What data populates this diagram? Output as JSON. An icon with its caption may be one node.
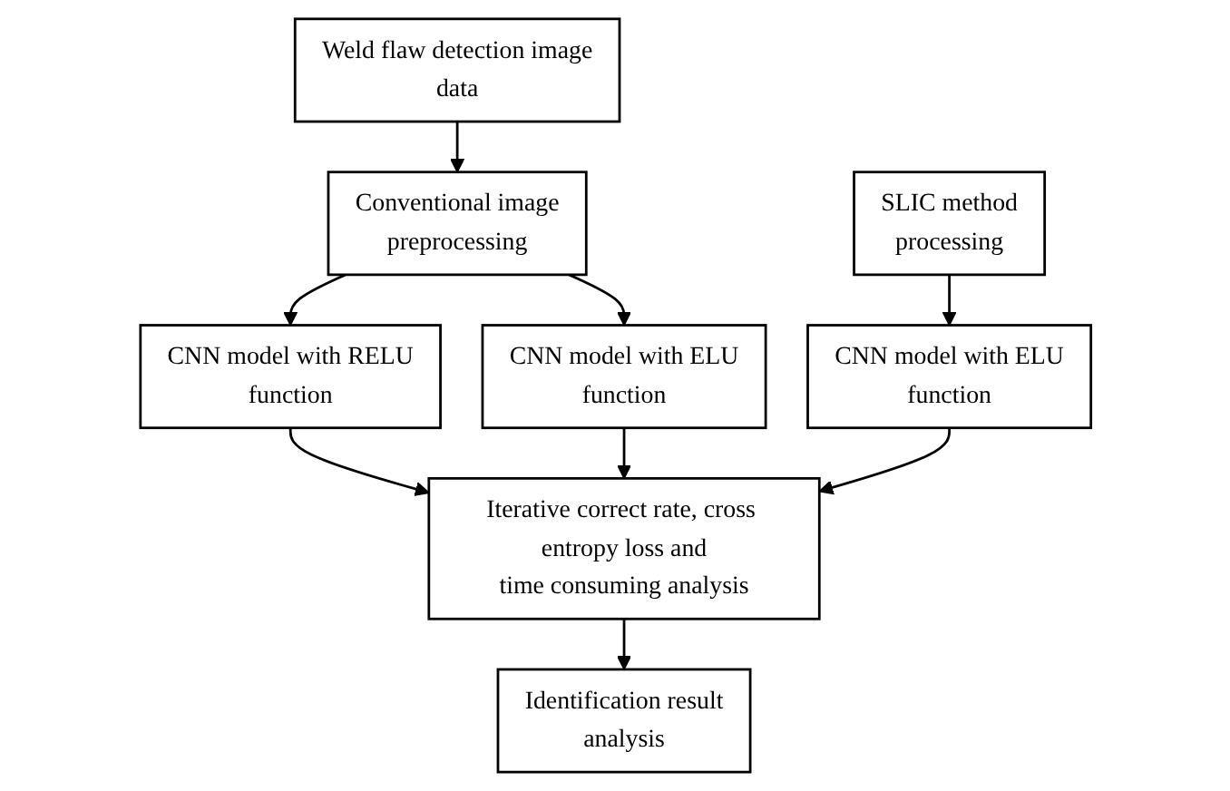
{
  "diagram": {
    "nodes": [
      {
        "text": [
          "Weld flaw detection image data"
        ]
      },
      {
        "text": [
          "Conventional image preprocessing"
        ]
      },
      {
        "text": [
          "SLIC method processing"
        ]
      },
      {
        "text": [
          "CNN model with RELU function"
        ]
      },
      {
        "text": [
          "CNN model with ELU function"
        ]
      },
      {
        "text": [
          "CNN model with ELU function"
        ]
      },
      {
        "text": [
          "Iterative correct rate, cross entropy loss and time consuming analysis"
        ]
      },
      {
        "text": [
          "Identification result analysis"
        ]
      }
    ],
    "edges": [
      {
        "from": 0,
        "to": 1,
        "arrow": "to"
      },
      {
        "from": 1,
        "to": 3,
        "arrow": "to"
      },
      {
        "from": 1,
        "to": 4,
        "arrow": "to"
      },
      {
        "from": 2,
        "to": 5,
        "arrow": "to"
      },
      {
        "from": 3,
        "to": 6,
        "arrow": "to"
      },
      {
        "from": 4,
        "to": 6,
        "arrow": "to"
      },
      {
        "from": 5,
        "to": 6,
        "arrow": "to"
      },
      {
        "from": 6,
        "to": 7,
        "arrow": "to"
      }
    ]
  }
}
